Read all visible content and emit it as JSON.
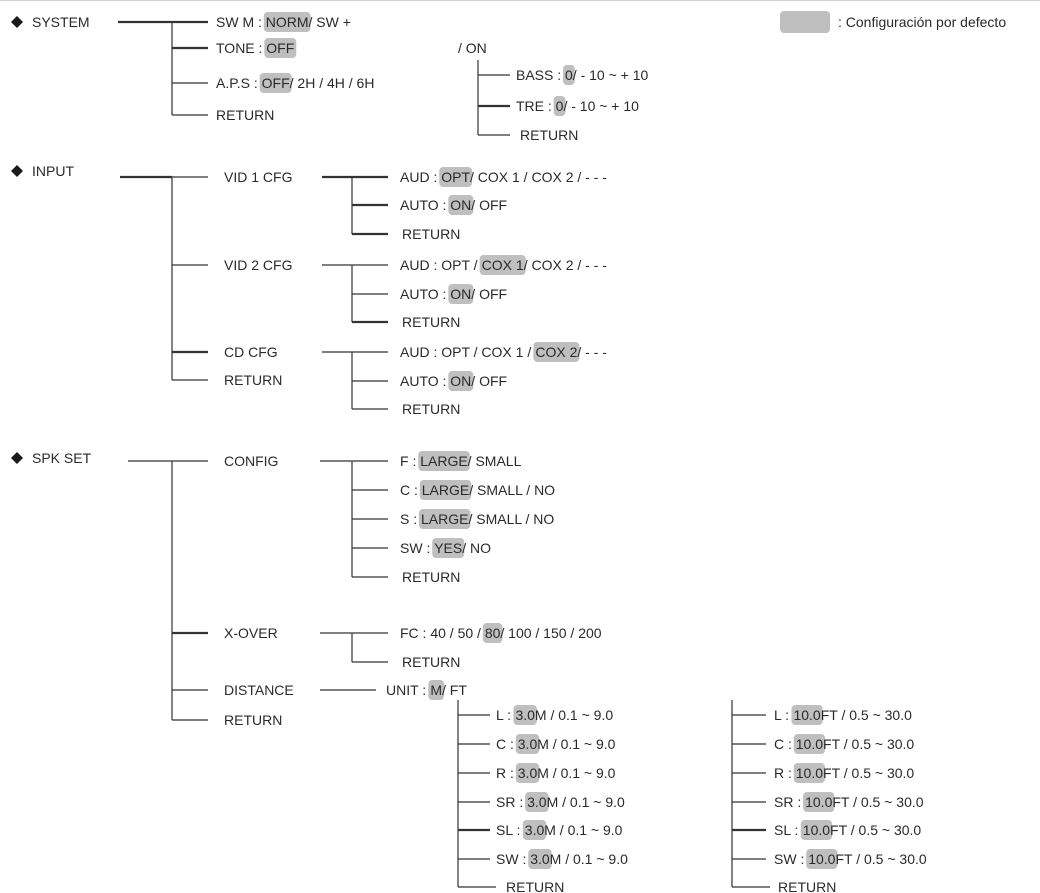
{
  "sections": {
    "system": "SYSTEM",
    "input": "INPUT",
    "spk_set": "SPK SET"
  },
  "legend": {
    "label": ": Configuración por defecto",
    "swatch_color": "#bfbfbf"
  },
  "system": {
    "sw_m": [
      "SW M : ",
      "NORM",
      " / SW +"
    ],
    "tone": [
      "TONE : ",
      "OFF"
    ],
    "tone_on": "/ ON",
    "aps": [
      "A.P.S : ",
      "OFF",
      " / 2H / 4H / 6H"
    ],
    "return": "RETURN",
    "bass": [
      "BASS : ",
      "0",
      " / - 10 ~ + 10"
    ],
    "tre": [
      "TRE : ",
      "0",
      " / - 10 ~ + 10"
    ],
    "tone_return": "RETURN"
  },
  "input": {
    "vid1": "VID 1 CFG",
    "vid2": "VID 2 CFG",
    "cd": "CD CFG",
    "return": "RETURN",
    "vid1_aud": [
      "AUD : ",
      "OPT",
      " / COX 1 / COX 2 / - - -"
    ],
    "vid1_auto": [
      "AUTO : ",
      "ON",
      " / OFF"
    ],
    "vid1_return": "RETURN",
    "vid2_aud": [
      "AUD : OPT / ",
      "COX 1",
      " / COX 2 / - - -"
    ],
    "vid2_auto": [
      "AUTO : ",
      "ON",
      " / OFF"
    ],
    "vid2_return": "RETURN",
    "cd_aud": [
      "AUD : OPT / COX 1 / ",
      "COX 2",
      " / - - -"
    ],
    "cd_auto": [
      "AUTO : ",
      "ON",
      " / OFF"
    ],
    "cd_return": "RETURN"
  },
  "spk": {
    "config": "CONFIG",
    "xover": "X-OVER",
    "distance": "DISTANCE",
    "return": "RETURN",
    "cfg_f": [
      "F : ",
      "LARGE",
      " / SMALL"
    ],
    "cfg_c": [
      "C : ",
      "LARGE",
      " / SMALL / NO"
    ],
    "cfg_s": [
      "S : ",
      "LARGE",
      " / SMALL / NO"
    ],
    "cfg_sw": [
      "SW : ",
      "YES",
      " / NO"
    ],
    "cfg_return": "RETURN",
    "fc": [
      "FC : 40 / 50 / ",
      "80",
      " / 100 / 150 / 200"
    ],
    "xover_return": "RETURN",
    "unit": [
      "UNIT : ",
      "M",
      " / FT"
    ],
    "m_rows": [
      [
        "L : ",
        "3.0",
        " M / 0.1 ~ 9.0"
      ],
      [
        "C : ",
        "3.0",
        " M / 0.1 ~ 9.0"
      ],
      [
        "R : ",
        "3.0",
        " M / 0.1 ~ 9.0"
      ],
      [
        "SR : ",
        "3.0",
        " M / 0.1 ~ 9.0"
      ],
      [
        "SL : ",
        "3.0",
        " M / 0.1 ~ 9.0"
      ],
      [
        "SW : ",
        "3.0",
        " M / 0.1 ~ 9.0"
      ]
    ],
    "m_return": "RETURN",
    "ft_rows": [
      [
        "L : ",
        "10.0",
        " FT / 0.5 ~ 30.0"
      ],
      [
        "C : ",
        "10.0",
        " FT / 0.5 ~ 30.0"
      ],
      [
        "R : ",
        "10.0",
        " FT / 0.5 ~ 30.0"
      ],
      [
        "SR : ",
        "10.0",
        " FT / 0.5 ~ 30.0"
      ],
      [
        "SL : ",
        "10.0",
        " FT / 0.5 ~ 30.0"
      ],
      [
        "SW : ",
        "10.0",
        " FT / 0.5 ~ 30.0"
      ]
    ],
    "ft_return": "RETURN"
  }
}
